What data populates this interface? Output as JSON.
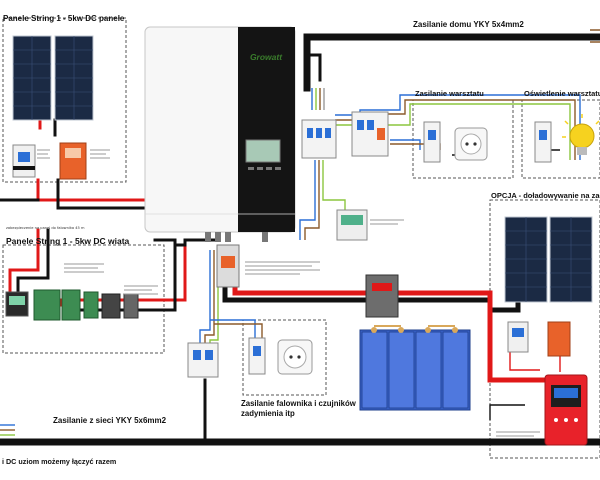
{
  "labels": {
    "string1_dc_panels": "Panele String 1 - 5kw DC panele",
    "string1_dc_carport": "Panele String 1 - 5kw DC wiata",
    "house_supply": "Zasilanie domu YKY 5x4mm2",
    "workshop_supply": "Zasilanie warsztatu",
    "workshop_lighting": "Oświetlenie warsztatu",
    "option_charging": "OPCJA - doładowywanie na zac",
    "grid_supply": "Zasilanie z sieci YKY 5x6mm2",
    "inverter_sensors_line1": "Zasilanie falownika i czujników",
    "inverter_sensors_line2": "zadymienia itp",
    "ground_note": "i DC uziom możemy łączyć razem",
    "panel_note": "zabezpieczenie na panel do falownika 45 m",
    "inverter_brand": "Growatt"
  },
  "colors": {
    "wire_black": "#111111",
    "wire_red": "#e01818",
    "wire_blue": "#2b6fd6",
    "wire_green_yellow": "#8cc63f",
    "wire_brown": "#8b5a2b",
    "wire_grey": "#9a9a9a",
    "panel_blue": "#1b2a44",
    "battery_blue": "#3a63c9",
    "surge_orange": "#e8622a",
    "brand_green": "#3a7d2c",
    "charger_red": "#e8222a",
    "bulb_yellow": "#f6d21f"
  }
}
